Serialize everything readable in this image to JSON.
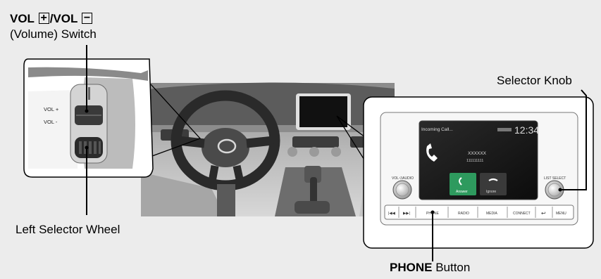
{
  "labels": {
    "vol_line1_prefix": "VOL",
    "vol_plus_glyph": "+",
    "vol_separator": "/VOL",
    "vol_minus_glyph": "−",
    "vol_line2": "(Volume) Switch",
    "selector_knob": "Selector Knob",
    "left_selector_wheel": "Left Selector Wheel",
    "phone_button_bold": "PHONE",
    "phone_button_rest": " Button"
  },
  "steering_inset": {
    "vol_plus": "VOL +",
    "vol_minus": "VOL -"
  },
  "head_unit": {
    "screen_title": "Incoming Call...",
    "screen_time": "12:34",
    "caller_name": "XXXXXX",
    "caller_number": "111111111",
    "answer_label": "Answer",
    "ignore_label": "Ignore",
    "left_knob_label": "VOL ⏻AUDIO",
    "right_knob_label": "LIST   SELECT",
    "buttons": [
      "|◀◀",
      "▶▶|",
      "PHONE",
      "RADIO",
      "MEDIA",
      "CONNECT",
      "↩",
      "MENU"
    ]
  },
  "colors": {
    "background": "#ececec",
    "screen": "#111111",
    "accent_green": "#2e9a5e"
  }
}
